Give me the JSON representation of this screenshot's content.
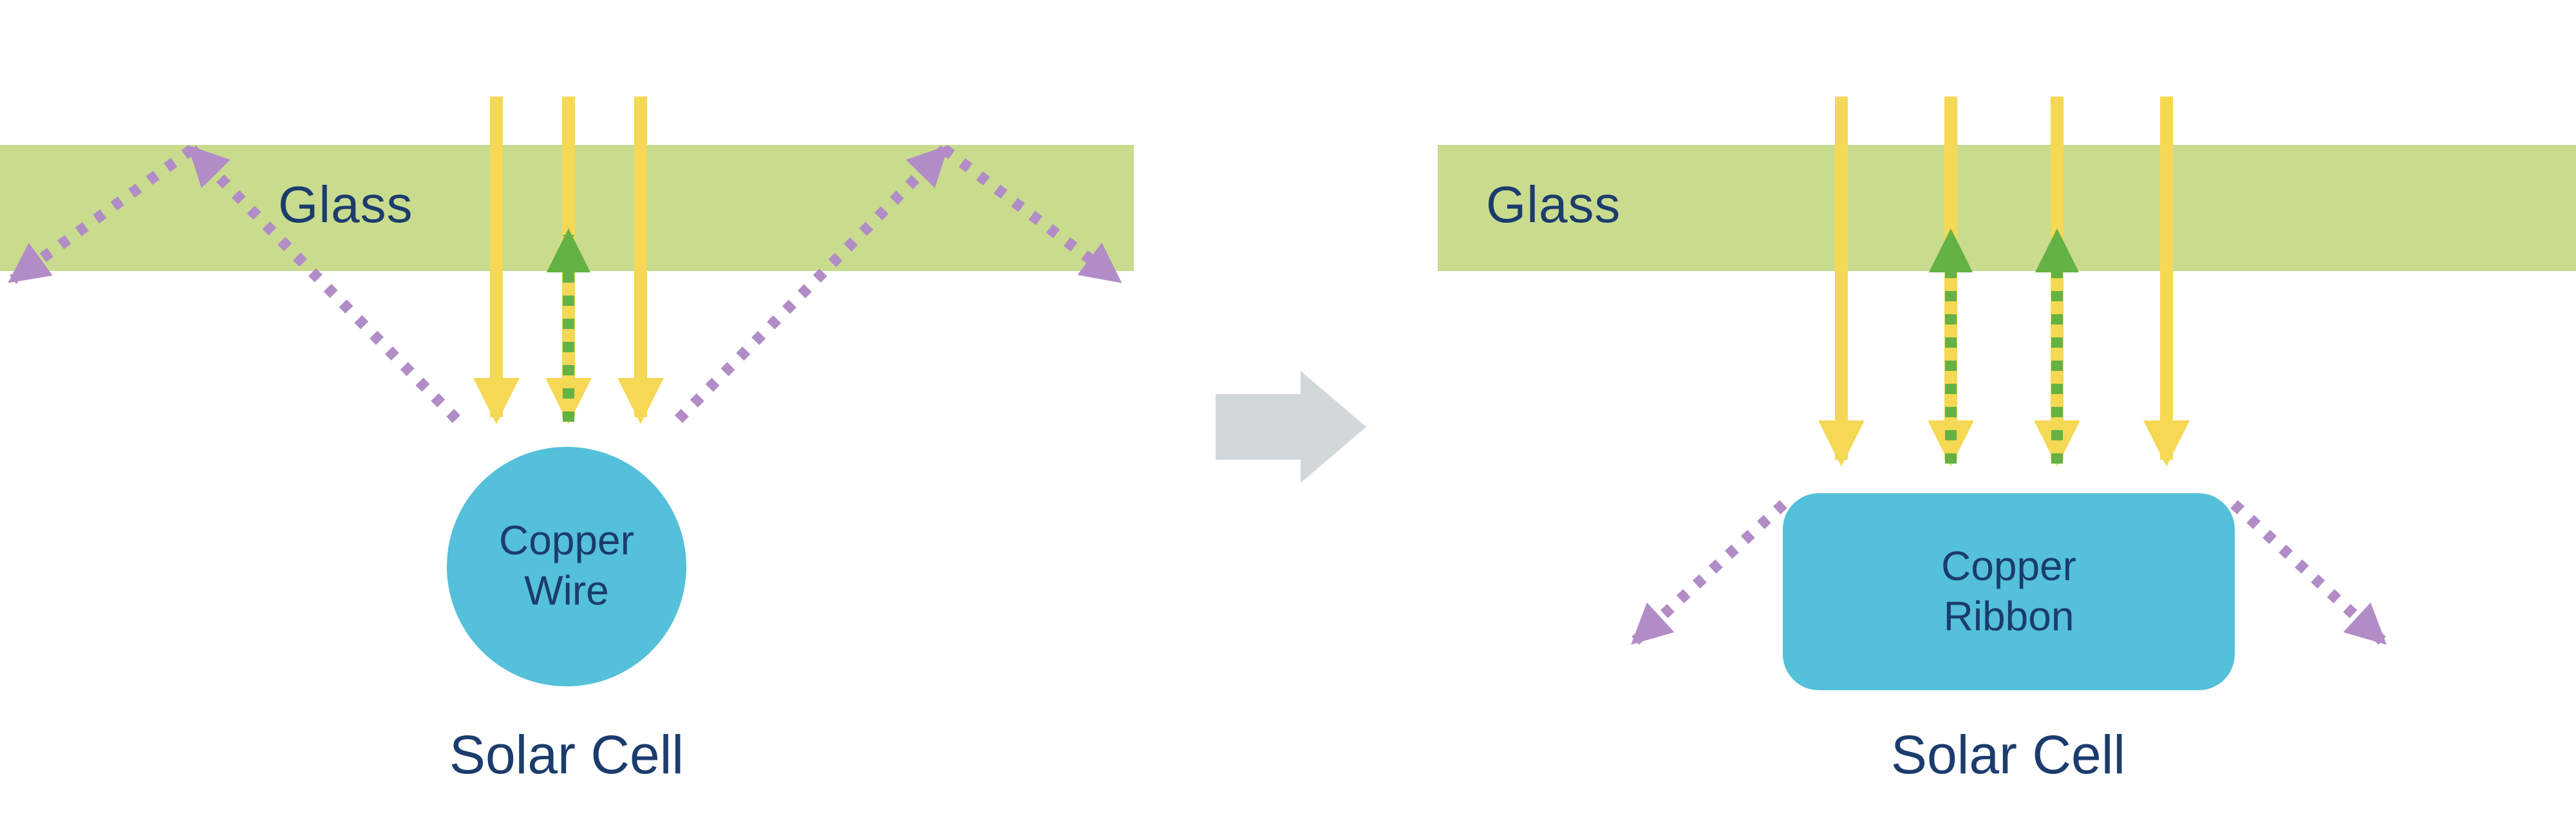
{
  "diagram": {
    "left": {
      "glass_label": "Glass",
      "component_label_lines": [
        "Copper",
        "Wire"
      ],
      "cell_label": "Solar Cell"
    },
    "right": {
      "glass_label": "Glass",
      "component_label_lines": [
        "Copper",
        "Ribbon"
      ],
      "cell_label": "Solar Cell"
    }
  },
  "colors": {
    "glass_green": "#c9dc8e",
    "sunlight_yellow": "#f5d853",
    "reflected_green": "#64b244",
    "escaped_purple": "#b18cc6",
    "copper_blue": "#54c0d9",
    "text_navy": "#1b3c6d",
    "transition_gray": "#d2d7da"
  }
}
